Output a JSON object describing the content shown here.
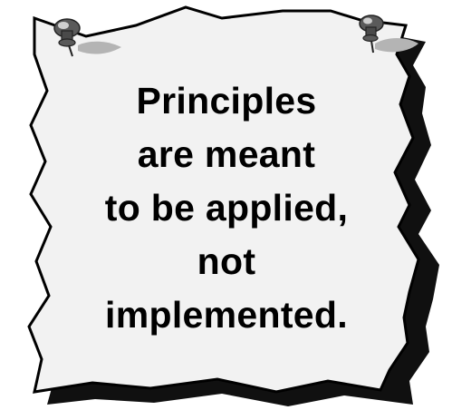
{
  "poster": {
    "lines": [
      "Principles",
      "are meant",
      "to be applied,",
      "not",
      "implemented."
    ]
  },
  "colors": {
    "paper": "#f2f2f2",
    "shadow": "#101010",
    "outline": "#000000",
    "pin_body": "#5a5a5a",
    "pin_highlight": "#cfcfcf",
    "pin_shadow": "#b4b4b4"
  },
  "icons": {
    "left_pin": "pushpin-icon",
    "right_pin": "pushpin-icon"
  }
}
